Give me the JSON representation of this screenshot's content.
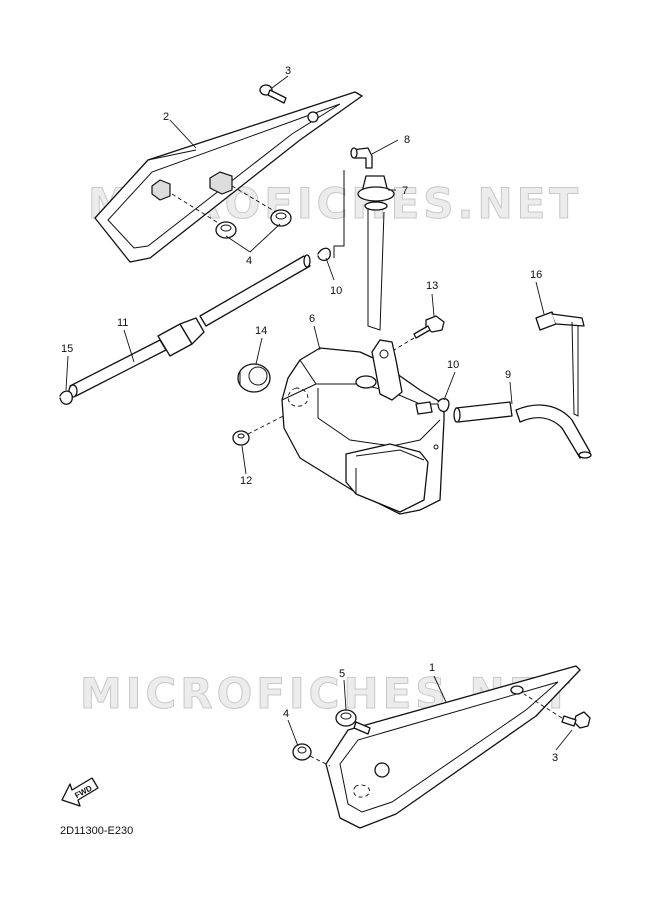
{
  "watermark": "MICROFICHES.NET",
  "drawing_code": "2D11300-E230",
  "fwd_label": "FWD",
  "callouts": {
    "c1": "1",
    "c2": "2",
    "c3a": "3",
    "c3b": "3",
    "c4a": "4",
    "c4b": "4",
    "c5": "5",
    "c6": "6",
    "c7": "7",
    "c8": "8",
    "c9": "9",
    "c10a": "10",
    "c10b": "10",
    "c11": "11",
    "c12": "12",
    "c13": "13",
    "c14": "14",
    "c15": "15",
    "c16": "16"
  }
}
